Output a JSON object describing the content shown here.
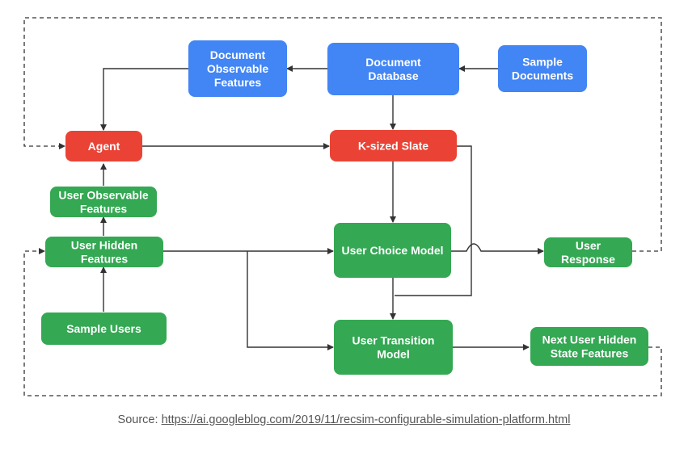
{
  "nodes": {
    "document_observable_features": {
      "lines": [
        "Document",
        "Observable",
        "Features"
      ],
      "color": "#4285F4"
    },
    "document_database": {
      "lines": [
        "Document",
        "Database"
      ],
      "color": "#4285F4"
    },
    "sample_documents": {
      "lines": [
        "Sample",
        "Documents"
      ],
      "color": "#4285F4"
    },
    "agent": {
      "lines": [
        "Agent"
      ],
      "color": "#EA4335"
    },
    "k_sized_slate": {
      "lines": [
        "K-sized Slate"
      ],
      "color": "#EA4335"
    },
    "user_observable_features": {
      "lines": [
        "User Observable",
        "Features"
      ],
      "color": "#34A853"
    },
    "user_hidden_features": {
      "lines": [
        "User Hidden",
        "Features"
      ],
      "color": "#34A853"
    },
    "user_choice_model": {
      "lines": [
        "User Choice Model"
      ],
      "color": "#34A853"
    },
    "user_response": {
      "lines": [
        "User",
        "Response"
      ],
      "color": "#34A853"
    },
    "sample_users": {
      "lines": [
        "Sample Users"
      ],
      "color": "#34A853"
    },
    "user_transition_model": {
      "lines": [
        "User Transition",
        "Model"
      ],
      "color": "#34A853"
    },
    "next_user_hidden_state_features": {
      "lines": [
        "Next User Hidden",
        "State Features"
      ],
      "color": "#34A853"
    }
  },
  "source": {
    "label": "Source:",
    "url": "https://ai.googleblog.com/2019/11/recsim-configurable-simulation-platform.html"
  }
}
